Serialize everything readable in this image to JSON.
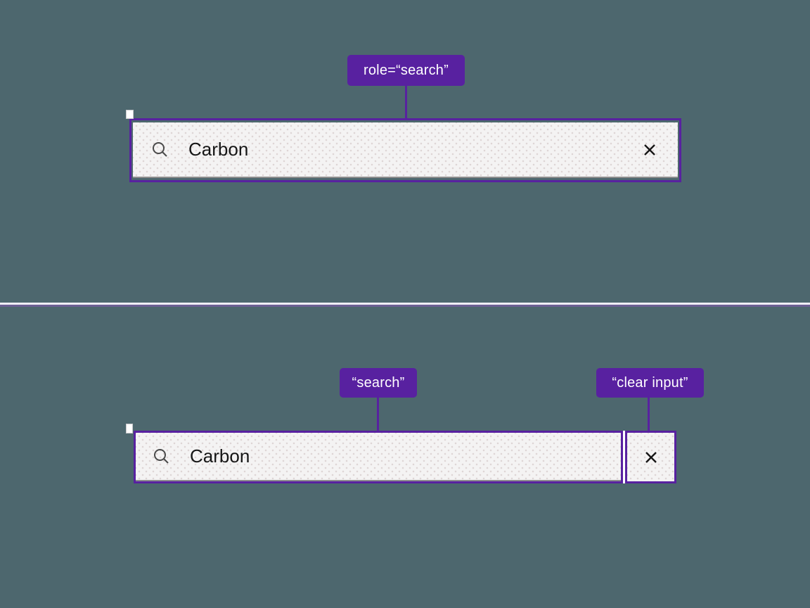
{
  "colors": {
    "background": "#4d676e",
    "annotation_purple": "#5821a0",
    "badge_text": "#ffffff",
    "field_background": "#f4f3f3",
    "field_bottom_border": "#8d8d8d",
    "input_text": "#161616",
    "search_icon_color": "#4a4a4a",
    "close_icon_color": "#161616",
    "divider_light": "#efeef5",
    "divider_purple": "#6c6093"
  },
  "icons": {
    "search_icon": "magnifying-glass (circle + handle stroke)",
    "close_icon": "✕"
  },
  "top_example": {
    "badge_label": "role=“search”",
    "input_value": "Carbon"
  },
  "bottom_example": {
    "search_badge_label": "“search”",
    "clear_badge_label": "“clear input”",
    "input_value": "Carbon"
  }
}
